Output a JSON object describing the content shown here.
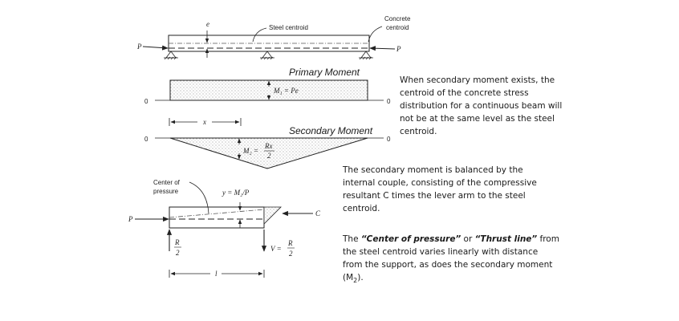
{
  "figure": {
    "beam": {
      "steel_centroid_label": "Steel centroid",
      "concrete_centroid_label": [
        "Concrete",
        "centroid"
      ],
      "eccentricity_label": "e",
      "force_left": "P",
      "force_right": "P"
    },
    "primary": {
      "heading": "Primary Moment",
      "moment_label": "M₁ = Pe",
      "zero_left": "0",
      "zero_right": "0"
    },
    "span_marker": "x",
    "secondary": {
      "heading": "Secondary Moment",
      "moment_left": "M₂ =",
      "moment_num": "Rx",
      "moment_den": "2",
      "zero_left": "0",
      "zero_right": "0"
    },
    "free_body": {
      "center_label": [
        "Center of",
        "pressure"
      ],
      "y_label": "y = M₂/P",
      "force_left": "P",
      "compression_label": "C",
      "reaction_num": "R",
      "reaction_den": "2",
      "shear_prefix": "V =",
      "shear_num": "R",
      "shear_den": "2",
      "length_label": "l"
    }
  },
  "notes": {
    "secondary_centroid": "When secondary moment exists, the centroid of the concrete stress distribution for a continuous beam will not be at the same level as the steel centroid.",
    "internal_couple": "The secondary moment is balanced by the internal couple, consisting of the compressive resultant C times the lever arm to the steel centroid.",
    "thrust_line": {
      "prefix": "The ",
      "term1": "“Center of pressure”",
      "middle": " or ",
      "term2": "“Thrust line”",
      "body": " from the steel centroid varies linearly with distance from the support, as does the secondary moment (M",
      "subscript": "2",
      "suffix": ")."
    }
  }
}
